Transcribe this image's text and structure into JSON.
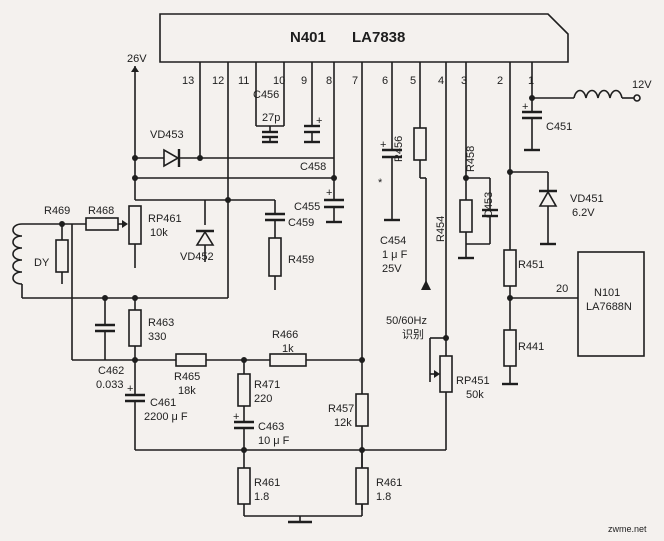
{
  "ic_main": {
    "ref": "N401",
    "part": "LA7838"
  },
  "ic_aux": {
    "ref": "N101",
    "part": "LA7688N",
    "pin": "20"
  },
  "pins": [
    "13",
    "12",
    "11",
    "10",
    "9",
    "8",
    "7",
    "6",
    "5",
    "4",
    "3",
    "2",
    "1"
  ],
  "supply_26v": "26V",
  "supply_12v": "12V",
  "labels": {
    "c456": "C456",
    "c456_val": "27p",
    "c458": "C458",
    "c455": "C455",
    "c459": "C459",
    "c454": "C454",
    "c454_v1": "1 μ F",
    "c454_v2": "25V",
    "c454_star": "*",
    "c451": "C451",
    "c453": "C453",
    "vd453": "VD453",
    "vd452": "VD452",
    "vd451": "VD451",
    "vd451_val": "6.2V",
    "r469": "R469",
    "r468": "R468",
    "rp461": "RP461",
    "rp461_val": "10k",
    "dy": "DY",
    "r459": "R459",
    "r456": "R456",
    "r458": "R458",
    "r454": "R454",
    "r451": "R451",
    "r441": "R441",
    "r463": "R463",
    "r463_val": "330",
    "c462": "C462",
    "c462_val": "0.033",
    "r466": "R466",
    "r466_val": "1k",
    "r465": "R465",
    "r465_val": "18k",
    "r471": "R471",
    "r471_val": "220",
    "c461": "C461",
    "c461_val": "2200 μ F",
    "c463": "C463",
    "c463_val": "10 μ F",
    "r457": "R457",
    "r457_val": "12k",
    "rp451": "RP451",
    "rp451_val": "50k",
    "r461a": "R461",
    "r461a_val": "1.8",
    "r461b": "R461",
    "r461b_val": "1.8",
    "freq_1": "50/60Hz",
    "freq_2": "识别",
    "plus": "+",
    "watermark": "zwme.net"
  }
}
